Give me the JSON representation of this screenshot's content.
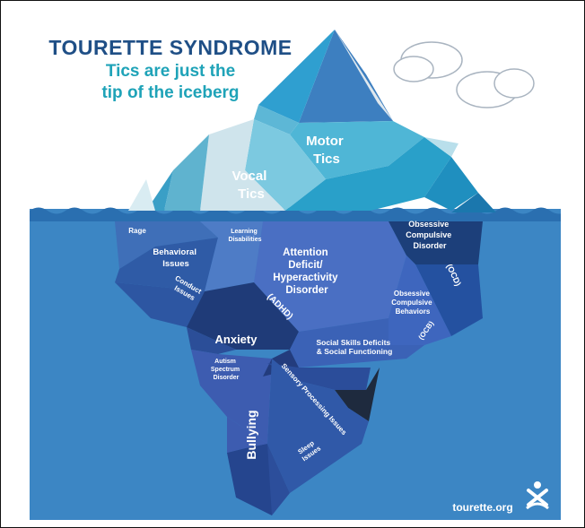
{
  "title": "TOURETTE SYNDROME",
  "subtitle_line1": "Tics are just the",
  "subtitle_line2": "tip of the iceberg",
  "above_water": {
    "motor_line1": "Motor",
    "motor_line2": "Tics",
    "vocal_line1": "Vocal",
    "vocal_line2": "Tics"
  },
  "below_water": {
    "rage": "Rage",
    "behavioral_line1": "Behavioral",
    "behavioral_line2": "Issues",
    "learning_line1": "Learning",
    "learning_line2": "Disabilities",
    "adhd_line1": "Attention",
    "adhd_line2": "Deficit/",
    "adhd_line3": "Hyperactivity",
    "adhd_line4": "Disorder",
    "adhd_abbr": "(ADHD)",
    "ocd_line1": "Obsessive",
    "ocd_line2": "Compulsive",
    "ocd_line3": "Disorder",
    "ocd_abbr": "(OCD)",
    "conduct_line1": "Conduct",
    "conduct_line2": "Issues",
    "ocb_line1": "Obsessive",
    "ocb_line2": "Compulsive",
    "ocb_line3": "Behaviors",
    "ocb_abbr": "(OCB)",
    "anxiety": "Anxiety",
    "social_line1": "Social Skills Deficits",
    "social_line2": "& Social Functioning",
    "autism_line1": "Autism",
    "autism_line2": "Spectrum",
    "autism_line3": "Disorder",
    "sensory": "Sensory Processing Issues",
    "bullying": "Bullying",
    "sleep_line1": "Sleep",
    "sleep_line2": "Issues"
  },
  "website": "tourette.org",
  "colors": {
    "sky": "#ffffff",
    "water": "#3c86c4",
    "title_blue": "#1f4f86",
    "subtitle_teal": "#1fa3b8"
  }
}
